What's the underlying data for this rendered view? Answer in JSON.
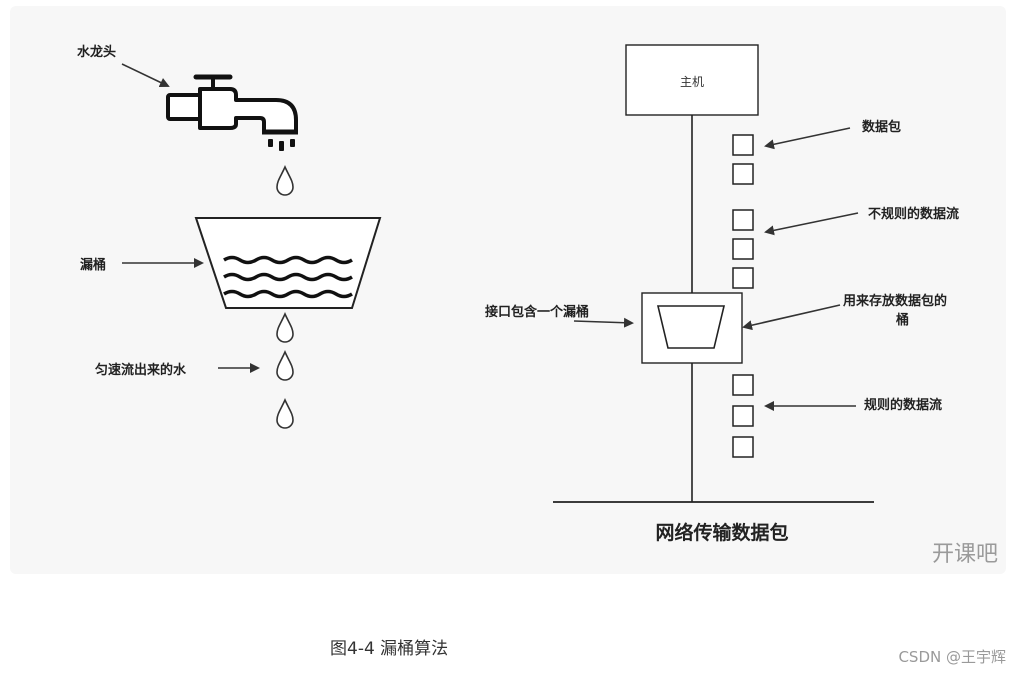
{
  "left": {
    "faucet_label": "水龙头",
    "bucket_label": "漏桶",
    "outflow_label": "匀速流出来的水"
  },
  "right": {
    "host_label": "主机",
    "packet_label": "数据包",
    "irregular_label": "不规则的数据流",
    "interface_label": "接口包含一个漏桶",
    "bucket_label_line1": "用来存放数据包的",
    "bucket_label_line2": "桶",
    "regular_label": "规则的数据流",
    "title": "网络传输数据包"
  },
  "watermark": "开课吧",
  "caption": "图4-4 漏桶算法",
  "credit": "CSDN @王宇辉"
}
